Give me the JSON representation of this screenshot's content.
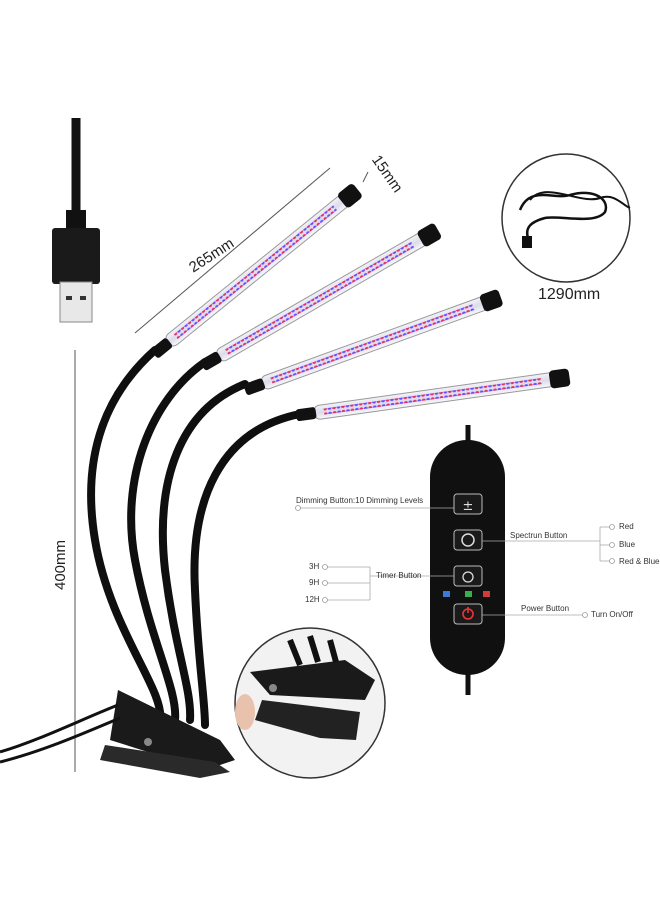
{
  "dimensions": {
    "length": "265mm",
    "width": "15mm",
    "height": "400mm",
    "cable": "1290mm"
  },
  "controller": {
    "dimming": "Dimming Button:10 Dimming Levels",
    "spectrum": "Spectrun Button",
    "spectrum_options": [
      "Red",
      "Blue",
      "Red & Blue"
    ],
    "timer": "Timer Button",
    "timer_options": [
      "3H",
      "9H",
      "12H"
    ],
    "power": "Power Button",
    "power_action": "Turn On/Off"
  },
  "colors": {
    "led_red": "#e0306a",
    "led_blue": "#6a4cff",
    "body": "#111111"
  }
}
